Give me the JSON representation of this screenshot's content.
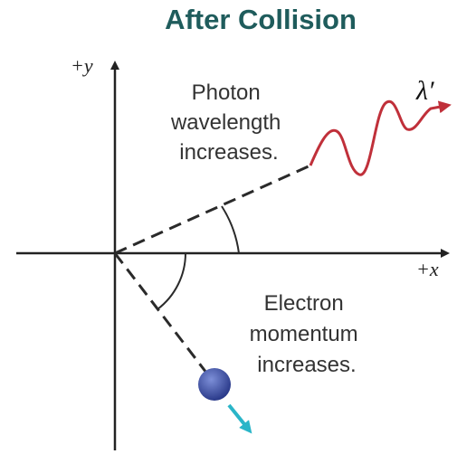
{
  "title": "After Collision",
  "axes": {
    "y_label": "+y",
    "x_label": "+x"
  },
  "photon": {
    "label_lines": [
      "Photon",
      "wavelength",
      "increases."
    ],
    "wavelength_symbol": "λ′",
    "wave_color": "#c0303a"
  },
  "electron": {
    "label_lines": [
      "Electron",
      "momentum",
      "increases."
    ],
    "particle_color": "#3a4fa0",
    "arrow_color": "#2ab5c8"
  },
  "colors": {
    "title": "#1f5c5c",
    "axis": "#222222",
    "dashed": "#2a2a2a"
  }
}
